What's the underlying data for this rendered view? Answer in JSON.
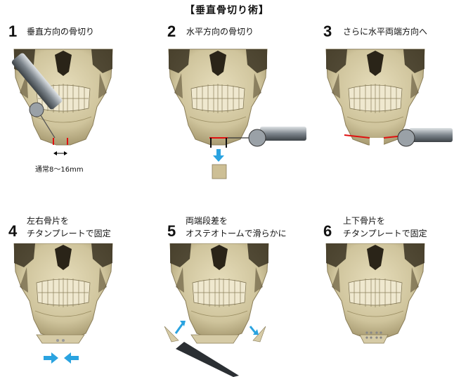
{
  "title": "【垂直骨切り術】",
  "steps": [
    {
      "num": "1",
      "line1": "垂直方向の骨切り",
      "line2": ""
    },
    {
      "num": "2",
      "line1": "水平方向の骨切り",
      "line2": ""
    },
    {
      "num": "3",
      "line1": "さらに水平両端方向へ",
      "line2": ""
    },
    {
      "num": "4",
      "line1": "左右骨片を",
      "line2": "チタンプレートで固定"
    },
    {
      "num": "5",
      "line1": "両端段差を",
      "line2": "オステオトームで滑らかに"
    },
    {
      "num": "6",
      "line1": "上下骨片を",
      "line2": "チタンプレートで固定"
    }
  ],
  "panel1": {
    "caption": "通常8〜16mm"
  },
  "colors": {
    "bone": "#d3c9a4",
    "cut_line": "#e01010",
    "arrow": "#2aa3e0",
    "instrument": "#8a9096"
  }
}
